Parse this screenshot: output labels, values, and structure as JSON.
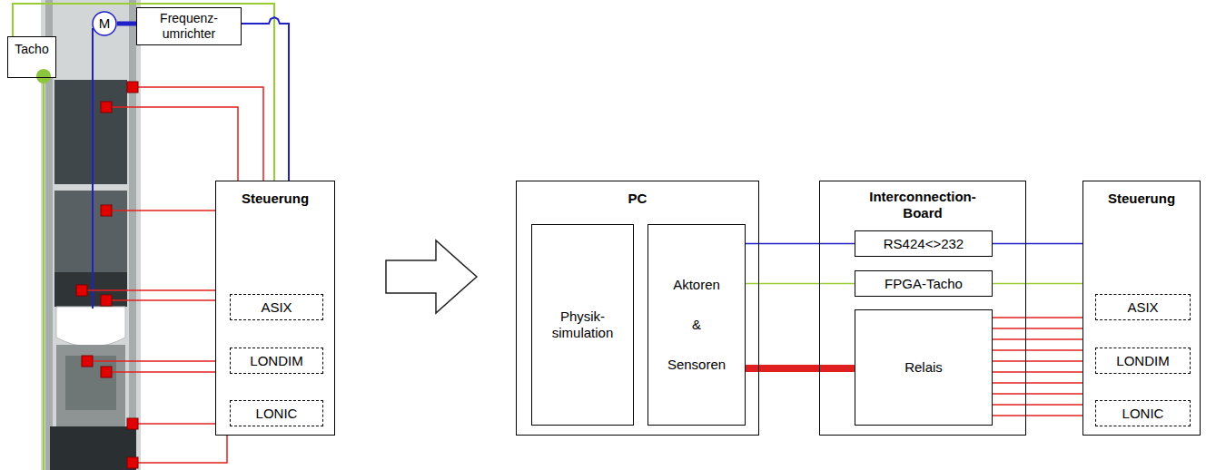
{
  "diagram": {
    "nodes": [
      {
        "text": [
          "Tacho"
        ]
      },
      {
        "text": [
          "M"
        ]
      },
      {
        "text": [
          "Frequenz- umrichter"
        ]
      },
      {
        "text": [
          "Steuerung"
        ]
      },
      {
        "text": [
          "ASIX"
        ],
        "in": 3
      },
      {
        "text": [
          "LONDIM"
        ],
        "in": 3
      },
      {
        "text": [
          "LONIC"
        ],
        "in": 3
      },
      {
        "text": [
          "PC"
        ]
      },
      {
        "text": [
          "Physik- simulation"
        ],
        "in": 7
      },
      {
        "text": [
          "Aktoren",
          "&",
          "Sensoren"
        ],
        "in": 7
      },
      {
        "text": [
          "Interconnection- Board"
        ]
      },
      {
        "text": [
          "RS424<>232"
        ],
        "in": 10
      },
      {
        "text": [
          "FPGA-Tacho"
        ],
        "in": 10
      },
      {
        "text": [
          "Relais"
        ],
        "in": 10
      },
      {
        "text": [
          "Steuerung"
        ]
      },
      {
        "text": [
          "ASIX"
        ],
        "in": 14
      },
      {
        "text": [
          "LONDIM"
        ],
        "in": 14
      },
      {
        "text": [
          "LONIC"
        ],
        "in": 14
      }
    ],
    "edges": [
      {
        "from": 0,
        "to": 3,
        "arrow": "none"
      },
      {
        "from": 1,
        "to": 2,
        "arrow": "none"
      },
      {
        "from": 2,
        "to": 3,
        "arrow": "none"
      },
      {
        "from": 9,
        "to": 11,
        "arrow": "none"
      },
      {
        "from": 11,
        "to": 14,
        "arrow": "none"
      },
      {
        "from": 9,
        "to": 12,
        "arrow": "none"
      },
      {
        "from": 12,
        "to": 14,
        "arrow": "none"
      },
      {
        "from": 9,
        "to": 13,
        "arrow": "none"
      },
      {
        "from": 13,
        "to": 14,
        "arrow": "none"
      }
    ]
  }
}
